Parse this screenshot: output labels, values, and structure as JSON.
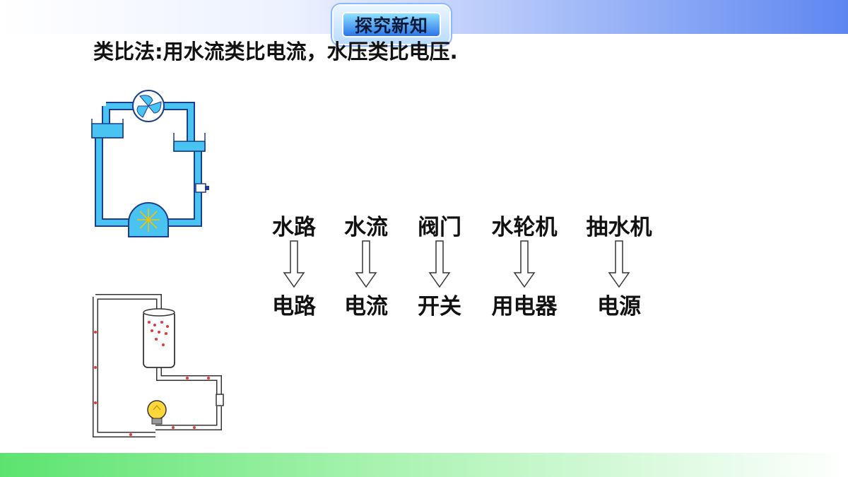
{
  "header": {
    "badge_title": "探究新知"
  },
  "headline": "类比法:用水流类比电流，水压类比电压.",
  "analogy": [
    {
      "water": "水路",
      "electric": "电路"
    },
    {
      "water": "水流",
      "electric": "电流"
    },
    {
      "water": "阀门",
      "electric": "开关"
    },
    {
      "water": "水轮机",
      "electric": "用电器"
    },
    {
      "water": "抽水机",
      "electric": "电源"
    }
  ],
  "colors": {
    "water_pipe": "#48c3f2",
    "pipe_outline": "#1b3f8c",
    "charge_dot": "#e23a3a",
    "top_band": "#5d86f0",
    "bottom_band": "#5ce36f",
    "bulb": "#ffd73a"
  }
}
